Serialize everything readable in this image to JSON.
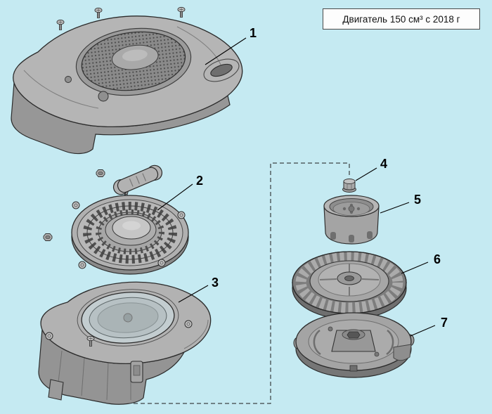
{
  "colors": {
    "background": "#c5eaf2",
    "outline": "#2b2b2b",
    "part_gray": "#b0b0b0"
  },
  "title_box": {
    "text": "Двигатель 150 см³ с 2018 г"
  },
  "callouts": [
    {
      "number": "1"
    },
    {
      "number": "2"
    },
    {
      "number": "3"
    },
    {
      "number": "4"
    },
    {
      "number": "5"
    },
    {
      "number": "6"
    },
    {
      "number": "7"
    }
  ]
}
